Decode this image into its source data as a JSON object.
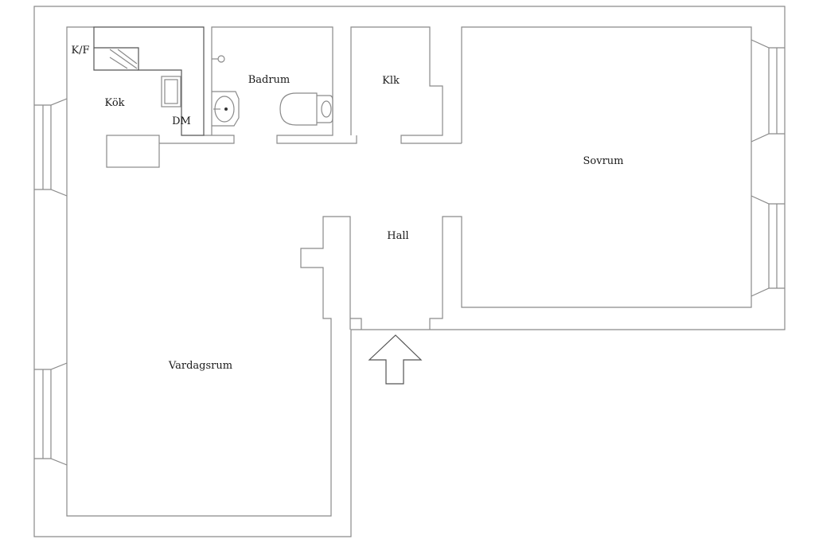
{
  "rooms": {
    "kf": "K/F",
    "kok": "Kök",
    "dm": "DM",
    "badrum": "Badrum",
    "klk": "Klk",
    "sovrum": "Sovrum",
    "hall": "Hall",
    "vardagsrum": "Vardagsrum"
  },
  "icons": {
    "entrance": "entrance-arrow-icon",
    "toilet": "toilet-icon",
    "sink": "sink-icon",
    "stove": "stove-icon"
  }
}
